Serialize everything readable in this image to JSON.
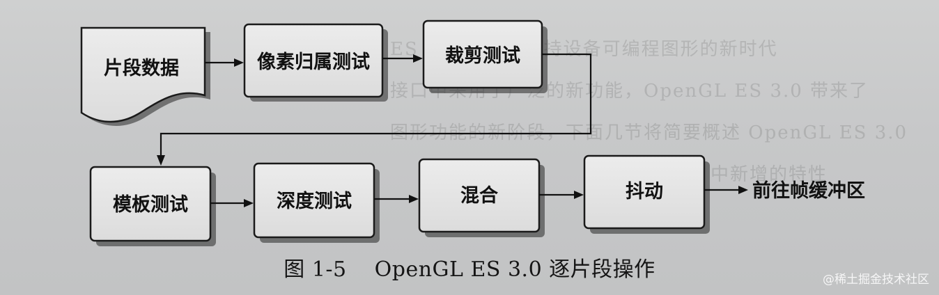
{
  "nodes": {
    "fragment_data": "片段数据",
    "pixel_ownership_test": "像素归属测试",
    "scissor_test": "裁剪测试",
    "stencil_test": "模板测试",
    "depth_test": "深度测试",
    "blending": "混合",
    "dithering": "抖动"
  },
  "output": "前往帧缓冲区",
  "caption": {
    "number": "图 1-5",
    "title": "OpenGL ES 3.0 逐片段操作"
  },
  "watermark": "@稀土掘金技术社区"
}
